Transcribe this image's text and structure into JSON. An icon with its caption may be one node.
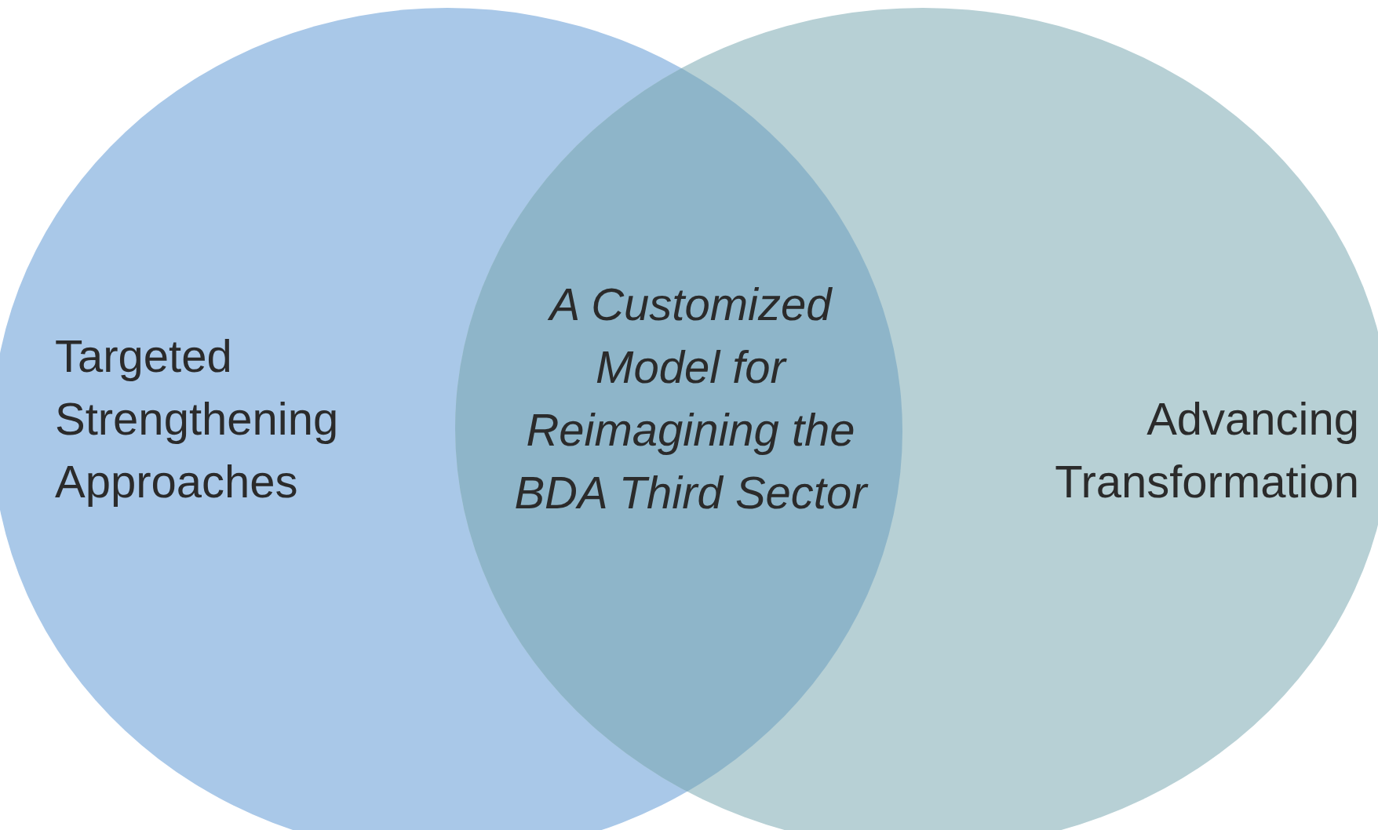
{
  "diagram": {
    "nodes": [
      {
        "text": [
          "Targeted Strengthening Approaches"
        ]
      },
      {
        "text": [
          "Advancing Transformation"
        ]
      },
      {
        "text": [
          "A Customized Model for Reimagining the BDA Third Sector"
        ]
      }
    ],
    "edges": []
  }
}
